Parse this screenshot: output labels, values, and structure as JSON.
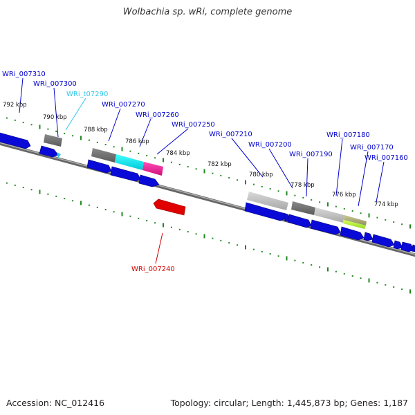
{
  "title": "Wolbachia sp. wRi, complete genome",
  "accession_label": "Accession: NC_012416",
  "stats_label": "Topology: circular; Length: 1,445,873 bp; Genes: 1,187",
  "colors": {
    "forward_gene": "#0a0ad8",
    "reverse_gene": "#e00000",
    "tick": "#208820",
    "backbone": "#808080",
    "gene_label": "#0000cc",
    "trna_label": "#30c8e8",
    "reverse_label": "#d00000"
  },
  "scale_labels": [
    "792 kbp",
    "790 kbp",
    "788 kbp",
    "786 kbp",
    "784 kbp",
    "782 kbp",
    "780 kbp",
    "778 kbp",
    "776 kbp",
    "774 kbp"
  ],
  "gene_labels": [
    {
      "text": "WRi_007310",
      "kind": "forward"
    },
    {
      "text": "WRi_007300",
      "kind": "forward"
    },
    {
      "text": "WRi_t07290",
      "kind": "trna"
    },
    {
      "text": "WRi_007270",
      "kind": "forward"
    },
    {
      "text": "WRi_007260",
      "kind": "forward"
    },
    {
      "text": "WRi_007250",
      "kind": "forward"
    },
    {
      "text": "WRi_007210",
      "kind": "forward"
    },
    {
      "text": "WRi_007200",
      "kind": "forward"
    },
    {
      "text": "WRi_007190",
      "kind": "forward"
    },
    {
      "text": "WRi_007180",
      "kind": "forward"
    },
    {
      "text": "WRi_007170",
      "kind": "forward"
    },
    {
      "text": "WRi_007160",
      "kind": "forward"
    },
    {
      "text": "WRi_007240",
      "kind": "reverse"
    }
  ]
}
